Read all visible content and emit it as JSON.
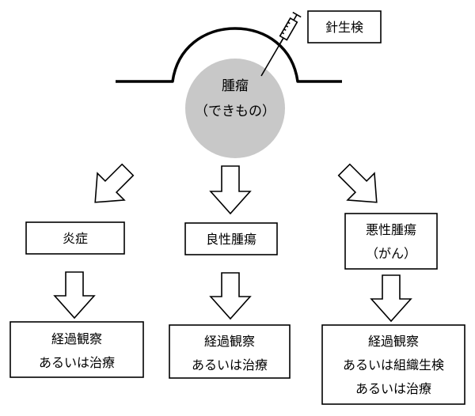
{
  "tumor": {
    "line1": "腫瘤",
    "line2": "（できもの）"
  },
  "biopsy_label": "針生検",
  "branches": [
    {
      "category": [
        "炎症"
      ],
      "action": [
        "経過観察",
        "あるいは治療"
      ]
    },
    {
      "category": [
        "良性腫瘍"
      ],
      "action": [
        "経過観察",
        "あるいは治療"
      ]
    },
    {
      "category": [
        "悪性腫瘍",
        "（がん）"
      ],
      "action": [
        "経過観察",
        "あるいは組織生検",
        "あるいは治療"
      ]
    }
  ],
  "colors": {
    "tumor_fill": "#c8c8c8",
    "line": "#000000",
    "box_fill": "#ffffff"
  }
}
